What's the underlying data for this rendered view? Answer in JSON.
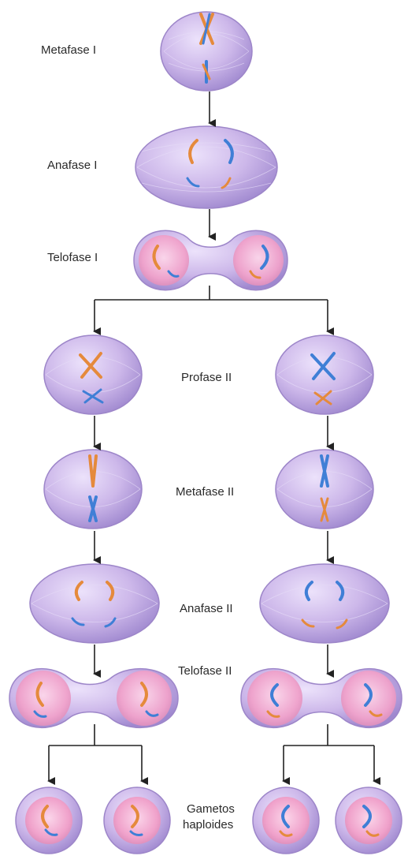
{
  "stages": {
    "metaphase1": "Metafase I",
    "anaphase1": "Anafase I",
    "telophase1": "Telofase I",
    "prophase2": "Profase II",
    "metaphase2": "Metafase II",
    "anaphase2": "Anafase II",
    "telophase2": "Telofase II",
    "gametes_line1": "Gametos",
    "gametes_line2": "haploides"
  },
  "colors": {
    "cell_membrane": "#c9b3e6",
    "cell_edge": "#9d86c9",
    "nucleus": "#ee9dc7",
    "chromosome_orange": "#e58a3c",
    "chromosome_blue": "#3f7fd6",
    "arrow": "#222222"
  }
}
